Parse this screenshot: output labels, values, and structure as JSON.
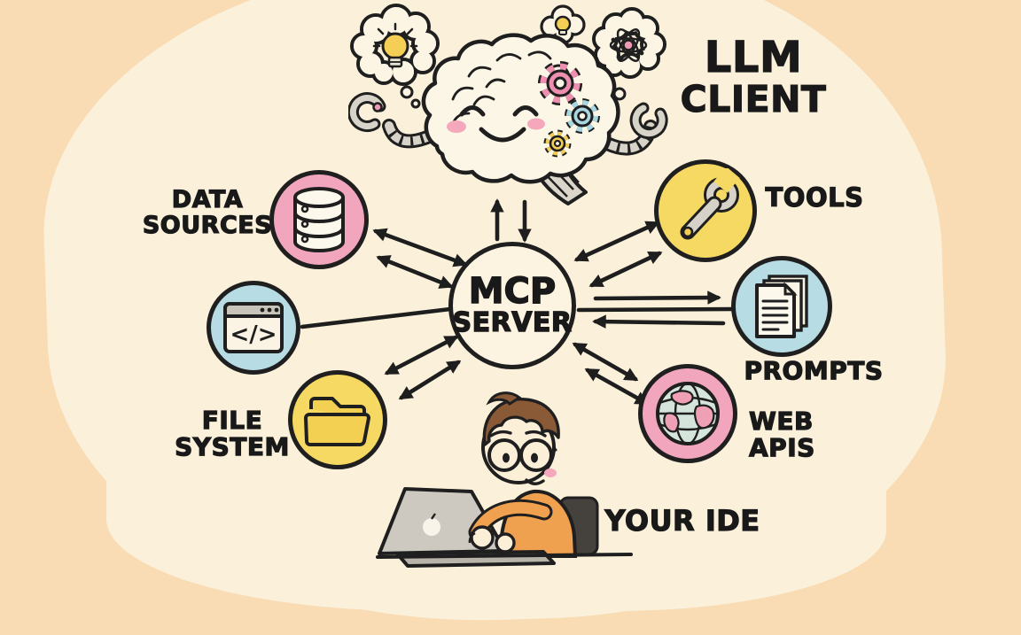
{
  "page": {
    "title": "MCP Server hand-drawn architecture diagram"
  },
  "colors": {
    "background": "#F9DBB4",
    "canvas_blob": "#FBF1DB",
    "ink": "#1F1F1F",
    "pink_accent": "#F2A6BE",
    "yellow_accent": "#F5D962",
    "blue_accent": "#B7DCE4",
    "metal_gray": "#D6D2C9",
    "shirt_orange": "#F0A14F",
    "hair_brown": "#8A5A36"
  },
  "labels": {
    "llm_client_line1": "LLM",
    "llm_client_line2": "CLIENT",
    "mcp_line1": "MCP",
    "mcp_line2": "SERVER",
    "data_sources_line1": "DATA",
    "data_sources_line2": "SOURCES",
    "tools": "TOOLS",
    "prompts": "PROMPTS",
    "web_apis_line1": "WEB",
    "web_apis_line2": "APIS",
    "file_system_line1": "FILE",
    "file_system_line2": "SYSTEM",
    "your_ide": "YOUR IDE"
  },
  "nodes": [
    {
      "id": "llm-client",
      "label": "LLM CLIENT",
      "icon": "robot-brain-icon"
    },
    {
      "id": "mcp-server",
      "label": "MCP SERVER",
      "icon": "hub-circle"
    },
    {
      "id": "data-sources",
      "label": "DATA SOURCES",
      "icon": "database-icon",
      "accent": "#F2A6BE"
    },
    {
      "id": "code-window",
      "label": "",
      "icon": "code-window-icon",
      "accent": "#B7DCE4"
    },
    {
      "id": "file-system",
      "label": "FILE SYSTEM",
      "icon": "folder-icon",
      "accent": "#F5D962"
    },
    {
      "id": "tools",
      "label": "TOOLS",
      "icon": "wrench-icon",
      "accent": "#F5D962"
    },
    {
      "id": "prompts",
      "label": "PROMPTS",
      "icon": "documents-icon",
      "accent": "#B7DCE4"
    },
    {
      "id": "web-apis",
      "label": "WEB APIS",
      "icon": "globe-icon",
      "accent": "#F2A6BE"
    },
    {
      "id": "your-ide",
      "label": "YOUR IDE",
      "icon": "developer-at-laptop-icon"
    }
  ],
  "connections": [
    {
      "from": "llm-client",
      "to": "mcp-server",
      "style": "bidirectional-vertical-pair"
    },
    {
      "from": "data-sources",
      "to": "mcp-server",
      "style": "double-two-way"
    },
    {
      "from": "code-window",
      "to": "mcp-server",
      "style": "plain-line"
    },
    {
      "from": "file-system",
      "to": "mcp-server",
      "style": "double-two-way"
    },
    {
      "from": "tools",
      "to": "mcp-server",
      "style": "double-two-way"
    },
    {
      "from": "prompts",
      "to": "mcp-server",
      "style": "triple-horizontal"
    },
    {
      "from": "web-apis",
      "to": "mcp-server",
      "style": "double-two-way"
    }
  ]
}
